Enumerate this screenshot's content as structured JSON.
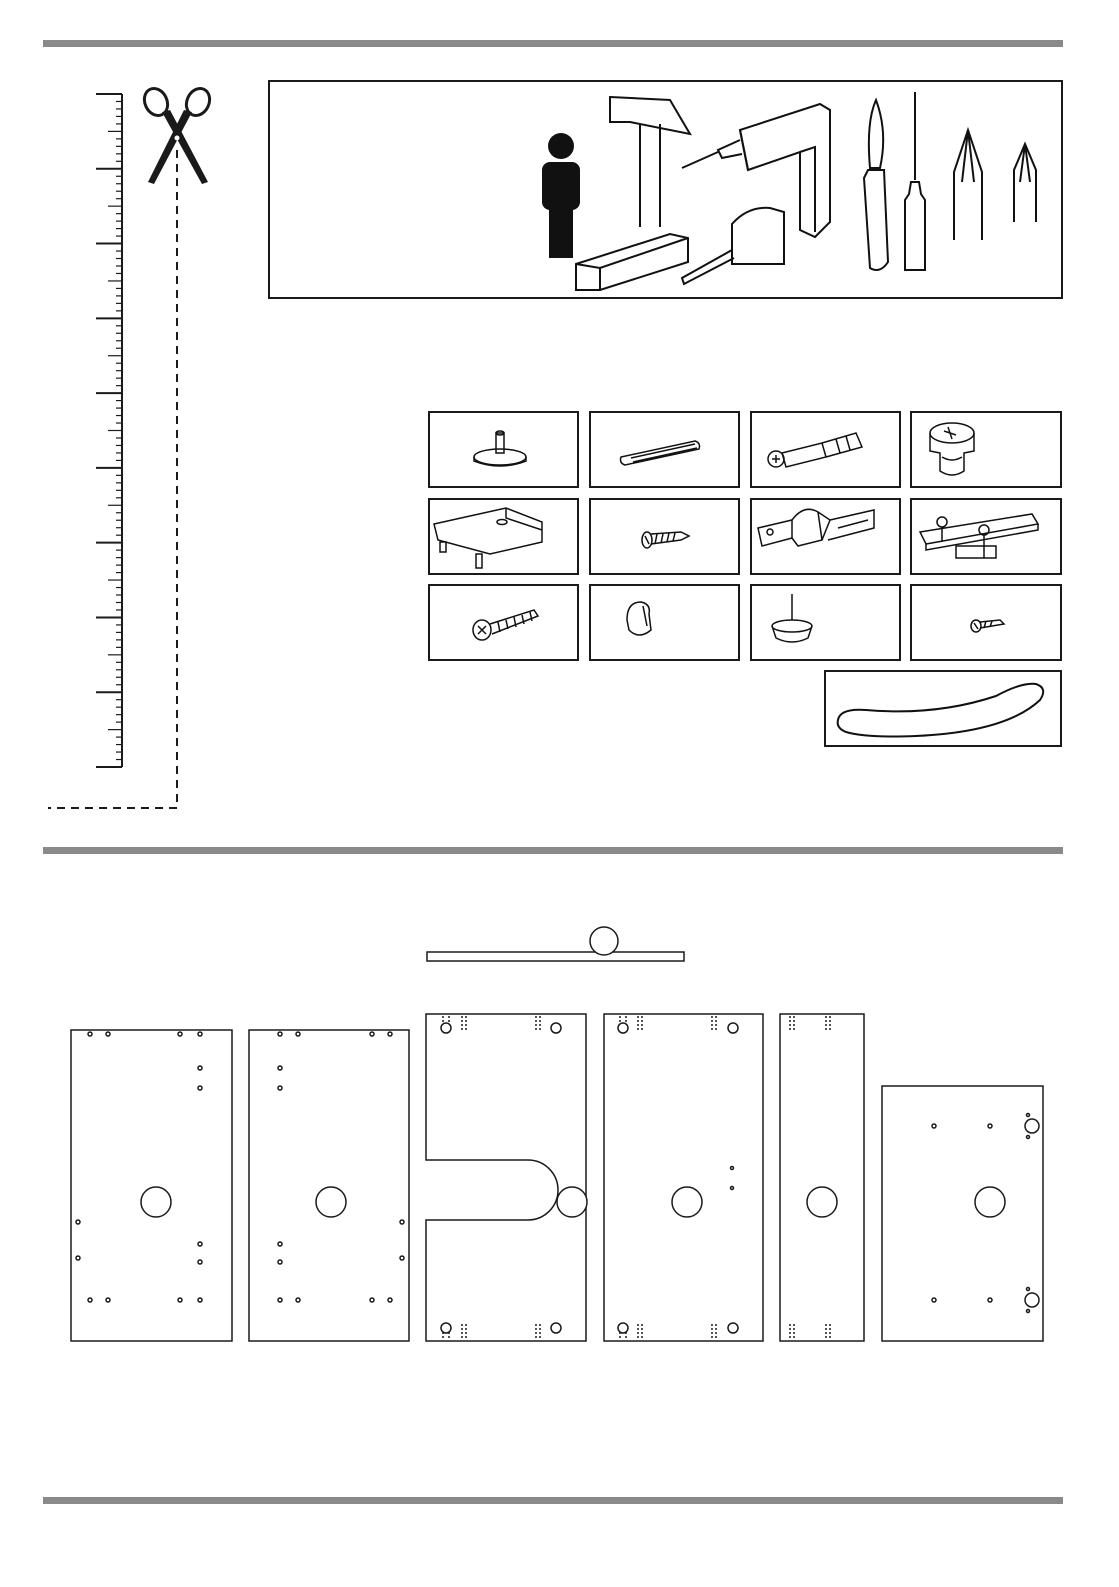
{
  "colors": {
    "ink": "#1a1a1a",
    "rule": "#8a8a8a",
    "paper": "#ffffff"
  },
  "tools": [
    "person-icon",
    "hammer-icon",
    "drill-icon",
    "tape-measure-icon",
    "knife-icon",
    "screwdriver-icon",
    "screwdriver-bit-icon"
  ],
  "hardware": [
    "plastic-shelf-support-icon",
    "wooden-dowel-icon",
    "cam-bolt-icon",
    "cam-lock-icon",
    "corner-bracket-icon",
    "wood-screw-icon",
    "hinge-icon",
    "hinge-plate-icon",
    "long-screw-icon",
    "nail-cap-icon",
    "glide-nail-icon",
    "small-screw-icon",
    "handle-icon"
  ],
  "panels": [
    "side-panel-left",
    "side-panel-right",
    "center-panel-cutout",
    "middle-panel",
    "narrow-panel",
    "door-panel"
  ]
}
